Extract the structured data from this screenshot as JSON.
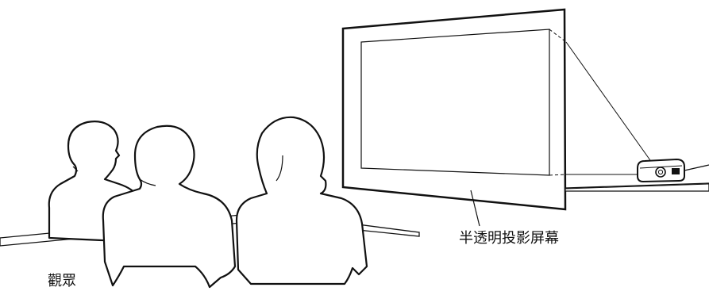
{
  "labels": {
    "screen": "半透明投影屏幕",
    "audience": "觀眾"
  },
  "colors": {
    "ink": "#111111",
    "background": "#ffffff"
  },
  "icons": {
    "projector": "projector-icon",
    "screen": "rear-projection-screen",
    "audience": "audience-silhouettes"
  }
}
